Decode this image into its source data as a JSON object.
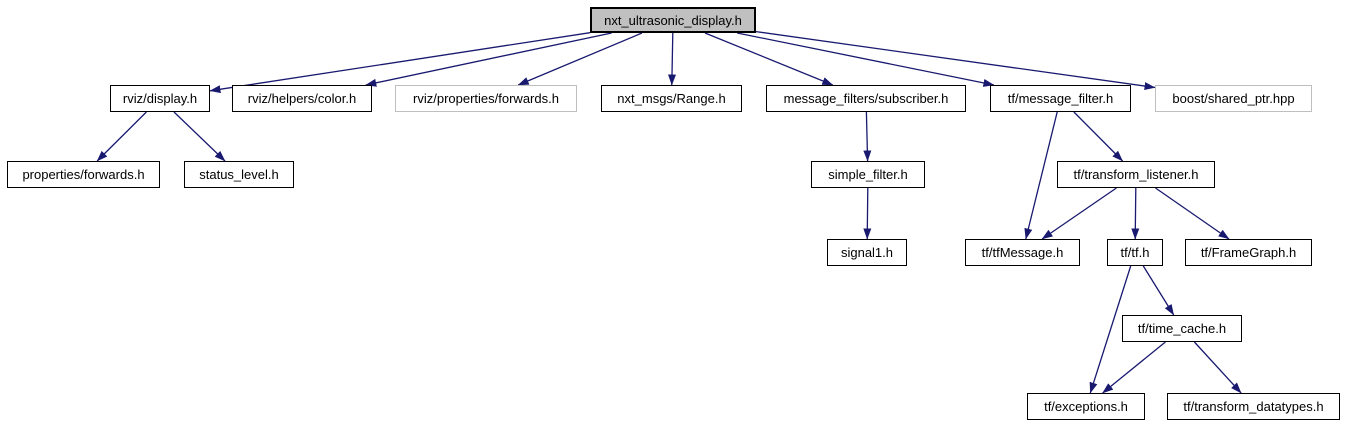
{
  "diagram": {
    "type": "include-dependency-graph",
    "root_label": "nxt_ultrasonic_display.h",
    "colors": {
      "edge": "#191970",
      "node_border": "#000000",
      "undocumented_border": "#bfbfbf",
      "root_fill": "#c0c0c0",
      "background": "#ffffff",
      "text": "#000000"
    },
    "nodes": [
      {
        "id": "root",
        "label": "nxt_ultrasonic_display.h",
        "kind": "root",
        "clickable": false
      },
      {
        "id": "rviz_display",
        "label": "rviz/display.h",
        "kind": "linked",
        "clickable": true
      },
      {
        "id": "rviz_helpers_color",
        "label": "rviz/helpers/color.h",
        "kind": "linked",
        "clickable": true
      },
      {
        "id": "rviz_properties_forwards",
        "label": "rviz/properties/forwards.h",
        "kind": "plain",
        "clickable": false
      },
      {
        "id": "nxt_msgs_range",
        "label": "nxt_msgs/Range.h",
        "kind": "linked",
        "clickable": true
      },
      {
        "id": "mf_subscriber",
        "label": "message_filters/subscriber.h",
        "kind": "linked",
        "clickable": true
      },
      {
        "id": "tf_message_filter",
        "label": "tf/message_filter.h",
        "kind": "linked",
        "clickable": true
      },
      {
        "id": "boost_shared_ptr",
        "label": "boost/shared_ptr.hpp",
        "kind": "plain",
        "clickable": false
      },
      {
        "id": "properties_forwards",
        "label": "properties/forwards.h",
        "kind": "linked",
        "clickable": true
      },
      {
        "id": "status_level",
        "label": "status_level.h",
        "kind": "linked",
        "clickable": true
      },
      {
        "id": "simple_filter",
        "label": "simple_filter.h",
        "kind": "linked",
        "clickable": true
      },
      {
        "id": "tf_transform_listener",
        "label": "tf/transform_listener.h",
        "kind": "linked",
        "clickable": true
      },
      {
        "id": "signal1",
        "label": "signal1.h",
        "kind": "linked",
        "clickable": true
      },
      {
        "id": "tf_tfmessage",
        "label": "tf/tfMessage.h",
        "kind": "linked",
        "clickable": true
      },
      {
        "id": "tf_tf",
        "label": "tf/tf.h",
        "kind": "linked",
        "clickable": true
      },
      {
        "id": "tf_framegraph",
        "label": "tf/FrameGraph.h",
        "kind": "linked",
        "clickable": true
      },
      {
        "id": "tf_time_cache",
        "label": "tf/time_cache.h",
        "kind": "linked",
        "clickable": true
      },
      {
        "id": "tf_exceptions",
        "label": "tf/exceptions.h",
        "kind": "linked",
        "clickable": true
      },
      {
        "id": "tf_transform_datatypes",
        "label": "tf/transform_datatypes.h",
        "kind": "linked",
        "clickable": true
      }
    ],
    "edges": [
      {
        "from": "root",
        "to": "rviz_display"
      },
      {
        "from": "root",
        "to": "rviz_helpers_color"
      },
      {
        "from": "root",
        "to": "rviz_properties_forwards"
      },
      {
        "from": "root",
        "to": "nxt_msgs_range"
      },
      {
        "from": "root",
        "to": "mf_subscriber"
      },
      {
        "from": "root",
        "to": "tf_message_filter"
      },
      {
        "from": "root",
        "to": "boost_shared_ptr"
      },
      {
        "from": "rviz_display",
        "to": "properties_forwards"
      },
      {
        "from": "rviz_display",
        "to": "status_level"
      },
      {
        "from": "mf_subscriber",
        "to": "simple_filter"
      },
      {
        "from": "simple_filter",
        "to": "signal1"
      },
      {
        "from": "tf_message_filter",
        "to": "tf_tfmessage"
      },
      {
        "from": "tf_message_filter",
        "to": "tf_transform_listener"
      },
      {
        "from": "tf_transform_listener",
        "to": "tf_tfmessage"
      },
      {
        "from": "tf_transform_listener",
        "to": "tf_tf"
      },
      {
        "from": "tf_transform_listener",
        "to": "tf_framegraph"
      },
      {
        "from": "tf_tf",
        "to": "tf_time_cache"
      },
      {
        "from": "tf_tf",
        "to": "tf_exceptions"
      },
      {
        "from": "tf_time_cache",
        "to": "tf_exceptions"
      },
      {
        "from": "tf_time_cache",
        "to": "tf_transform_datatypes"
      }
    ]
  }
}
